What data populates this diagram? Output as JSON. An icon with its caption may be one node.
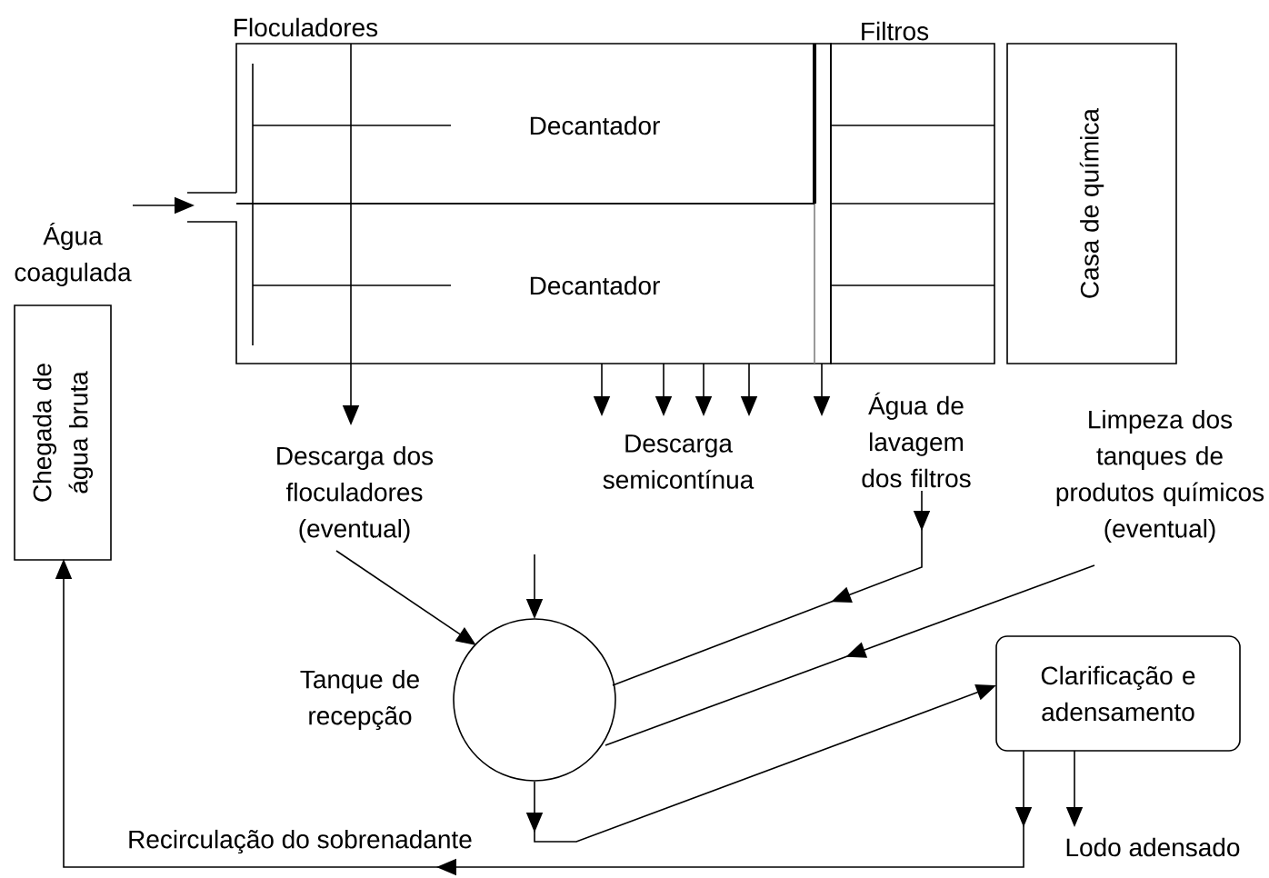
{
  "diagram": {
    "nodes": [
      {
        "text": [],
        "shape": "box"
      },
      {
        "text": [
          "Decantador"
        ],
        "in": 0
      },
      {
        "text": [
          "Decantador"
        ],
        "in": 0
      },
      {
        "text": [
          "Filtros"
        ]
      },
      {
        "text": [
          "Casa de química"
        ]
      },
      {
        "text": [
          "Água coagulada"
        ]
      },
      {
        "text": [
          "Chegada de água bruta"
        ]
      },
      {
        "text": [
          "Descarga dos floculadores (eventual)"
        ]
      },
      {
        "text": [
          "Descarga semicontínua"
        ]
      },
      {
        "text": [
          "Água de lavagem dos filtros"
        ]
      },
      {
        "text": [
          "Limpeza dos tanques de produtos químicos (eventual)"
        ]
      },
      {
        "text": [],
        "shape": "circle",
        "beside": [
          "Tanque de recepção"
        ]
      },
      {
        "text": [
          "Clarificação e adensamento"
        ]
      },
      {
        "text": [
          "Lodo adensado"
        ]
      }
    ],
    "edges": [
      {
        "from": 5,
        "to": 0,
        "arrow": "to"
      },
      {
        "from": 0,
        "to": 7,
        "arrow": "to"
      },
      {
        "from": 0,
        "to": 8,
        "arrow": "to"
      },
      {
        "from": 0,
        "to": 8,
        "arrow": "to"
      },
      {
        "from": 0,
        "to": 8,
        "arrow": "to"
      },
      {
        "from": 0,
        "to": 8,
        "arrow": "to"
      },
      {
        "from": 3,
        "to": 9,
        "arrow": "to"
      },
      {
        "from": 7,
        "to": 11,
        "arrow": "to"
      },
      {
        "from": null,
        "to": 11,
        "arrow": "to"
      },
      {
        "from": 9,
        "to": 11,
        "arrow": "to"
      },
      {
        "from": 10,
        "to": 11,
        "arrow": "to"
      },
      {
        "from": 11,
        "to": 12,
        "arrow": "to"
      },
      {
        "from": 12,
        "to": 6,
        "arrow": "to",
        "label": "Recirculação do sobrenadante"
      },
      {
        "from": 12,
        "to": 13,
        "arrow": "to"
      }
    ],
    "labels": [
      "Floculadores"
    ]
  }
}
